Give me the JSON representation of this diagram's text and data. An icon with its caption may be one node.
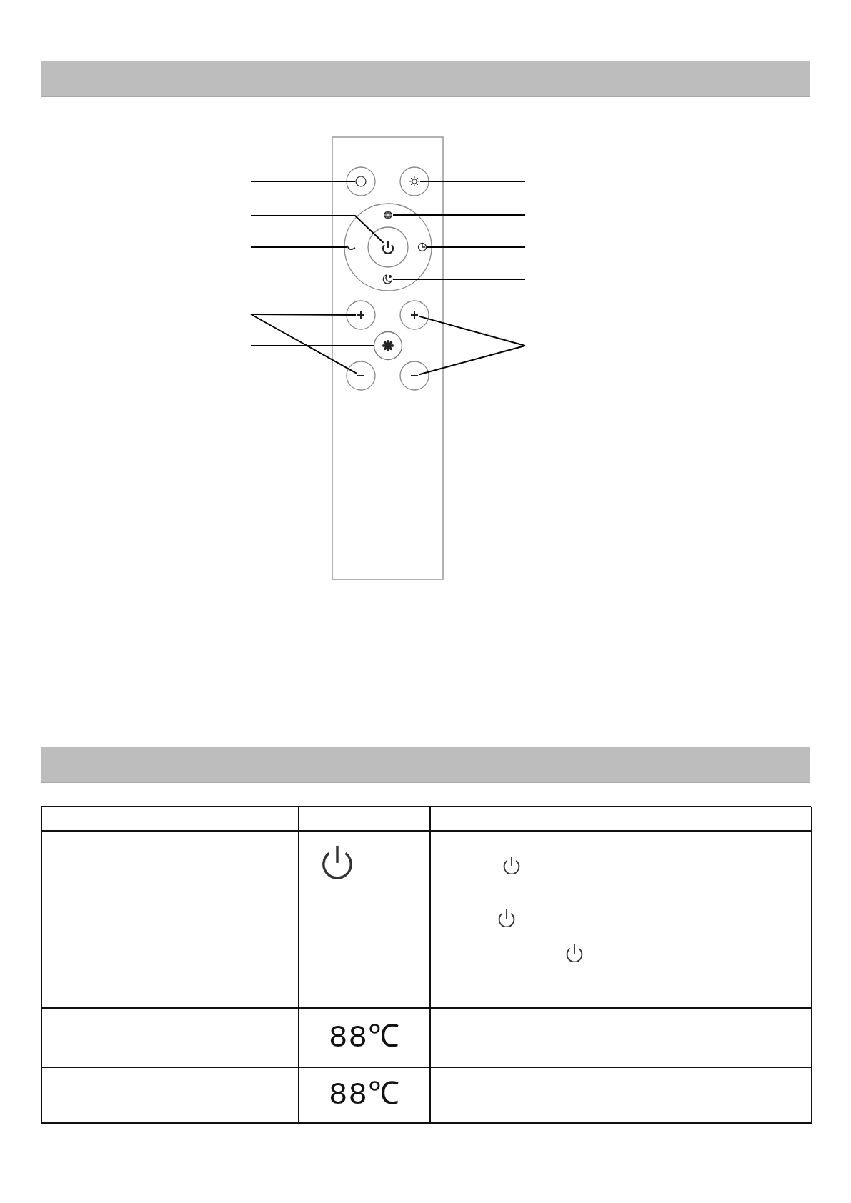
{
  "diagram": {
    "nodes": [
      {
        "text": [],
        "shape": "circle"
      },
      {
        "text": [],
        "shape": "sun"
      },
      {
        "text": [],
        "shape": "snowflake"
      },
      {
        "text": [],
        "shape": "power"
      },
      {
        "text": [],
        "shape": "wave"
      },
      {
        "text": [],
        "shape": "clock"
      },
      {
        "text": [],
        "shape": "moon"
      },
      {
        "text": [],
        "shape": "plus"
      },
      {
        "text": [],
        "shape": "plus"
      },
      {
        "text": [],
        "shape": "button"
      },
      {
        "text": [],
        "shape": "minus"
      },
      {
        "text": [],
        "shape": "minus"
      }
    ],
    "edges": [
      {
        "from": null,
        "to": 0,
        "arrow": "none"
      },
      {
        "from": null,
        "to": 3,
        "arrow": "none"
      },
      {
        "from": null,
        "to": 4,
        "arrow": "none"
      },
      {
        "from": null,
        "to": 7,
        "arrow": "none"
      },
      {
        "from": null,
        "to": 10,
        "arrow": "none"
      },
      {
        "from": null,
        "to": 9,
        "arrow": "none"
      },
      {
        "from": null,
        "to": 1,
        "arrow": "none"
      },
      {
        "from": null,
        "to": 2,
        "arrow": "none"
      },
      {
        "from": null,
        "to": 5,
        "arrow": "none"
      },
      {
        "from": null,
        "to": 6,
        "arrow": "none"
      },
      {
        "from": null,
        "to": 8,
        "arrow": "none"
      },
      {
        "from": null,
        "to": 11,
        "arrow": "none"
      }
    ],
    "labels": [
      "88℃",
      "88℃"
    ]
  }
}
